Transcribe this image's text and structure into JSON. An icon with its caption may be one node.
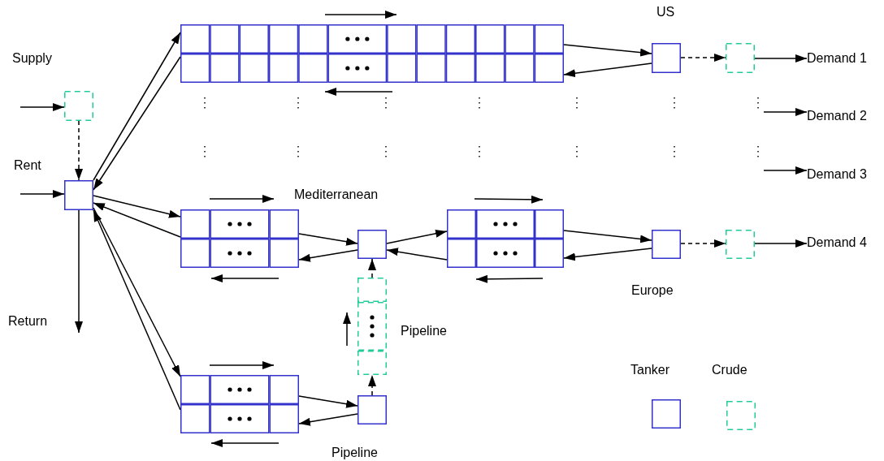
{
  "diagram": {
    "nodes": [
      {
        "text": [],
        "shape": "box"
      },
      {
        "text": [],
        "shape": "box"
      },
      {
        "text": [],
        "shape": "grid"
      },
      {
        "text": [],
        "shape": "grid"
      },
      {
        "text": [],
        "shape": "grid"
      },
      {
        "text": [],
        "shape": "box"
      },
      {
        "text": [],
        "shape": "grid"
      },
      {
        "text": [],
        "shape": "grid"
      },
      {
        "text": [],
        "shape": "box"
      },
      {
        "text": [],
        "shape": "box"
      },
      {
        "text": [],
        "shape": "box"
      },
      {
        "text": [],
        "shape": "box"
      },
      {
        "text": [],
        "shape": "box"
      },
      {
        "text": [
          "Demand 1"
        ]
      },
      {
        "text": [
          "Demand 2"
        ]
      },
      {
        "text": [
          "Demand 3"
        ]
      },
      {
        "text": [
          "Demand 4"
        ]
      }
    ],
    "edges": [
      {
        "from": null,
        "to": 0,
        "arrow": "to"
      },
      {
        "from": null,
        "to": 1,
        "arrow": "to"
      },
      {
        "from": 0,
        "to": 1,
        "arrow": "to",
        "style": "dashed"
      },
      {
        "from": 1,
        "to": null,
        "arrow": "to"
      },
      {
        "from": 1,
        "to": 2,
        "arrow": "to"
      },
      {
        "from": 2,
        "to": 1,
        "arrow": "to"
      },
      {
        "from": 1,
        "to": 3,
        "arrow": "to"
      },
      {
        "from": 3,
        "to": 1,
        "arrow": "to"
      },
      {
        "from": 1,
        "to": 4,
        "arrow": "to"
      },
      {
        "from": 4,
        "to": 1,
        "arrow": "to"
      },
      {
        "from": 3,
        "to": 5,
        "arrow": "to"
      },
      {
        "from": 5,
        "to": 3,
        "arrow": "to"
      },
      {
        "from": 5,
        "to": 7,
        "arrow": "to"
      },
      {
        "from": 7,
        "to": 5,
        "arrow": "to"
      },
      {
        "from": 4,
        "to": 8,
        "arrow": "to"
      },
      {
        "from": 8,
        "to": 4,
        "arrow": "to"
      },
      {
        "from": 8,
        "to": 6,
        "arrow": "to",
        "style": "dashed"
      },
      {
        "from": 6,
        "to": 5,
        "arrow": "to",
        "style": "dashed"
      },
      {
        "from": 2,
        "to": 9,
        "arrow": "to"
      },
      {
        "from": 9,
        "to": 2,
        "arrow": "to"
      },
      {
        "from": 9,
        "to": 10,
        "arrow": "to",
        "style": "dashed"
      },
      {
        "from": 10,
        "to": 13,
        "arrow": "to"
      },
      {
        "from": null,
        "to": 14,
        "arrow": "to"
      },
      {
        "from": null,
        "to": 15,
        "arrow": "to"
      },
      {
        "from": 7,
        "to": 11,
        "arrow": "to"
      },
      {
        "from": 11,
        "to": 7,
        "arrow": "to"
      },
      {
        "from": 11,
        "to": 12,
        "arrow": "to",
        "style": "dashed"
      },
      {
        "from": 12,
        "to": 16,
        "arrow": "to"
      }
    ],
    "labels": [
      "US",
      "Supply",
      "Rent",
      "Mediterranean",
      "Europe",
      "Return",
      "Pipeline",
      "Pipeline"
    ],
    "legend": [
      {
        "text": "Tanker"
      },
      {
        "text": "Crude"
      }
    ]
  }
}
